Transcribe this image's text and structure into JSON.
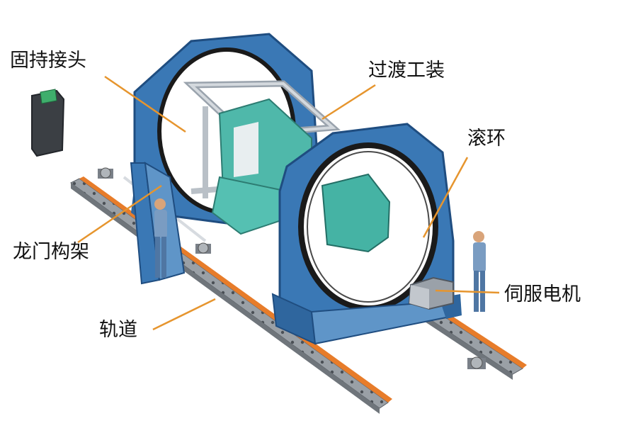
{
  "labels": {
    "fixture_joint": "固持接头",
    "transition_tooling": "过渡工装",
    "rolling_ring": "滚环",
    "gantry_frame": "龙门构架",
    "servo_motor": "伺服电机",
    "rail": "轨道"
  },
  "colors": {
    "frame_blue": "#3a78b5",
    "frame_dark": "#1f4d80",
    "frame_light": "#6aa0d4",
    "payload_teal": "#4fb8aa",
    "rail_orange": "#e77c2a",
    "rail_gray": "#8a8f96",
    "leader_line": "#e6952e",
    "ring_black": "#1a1a1a"
  },
  "icons": {
    "control_console": "control-console-icon",
    "operator_left": "person-icon",
    "operator_right": "person-icon"
  }
}
